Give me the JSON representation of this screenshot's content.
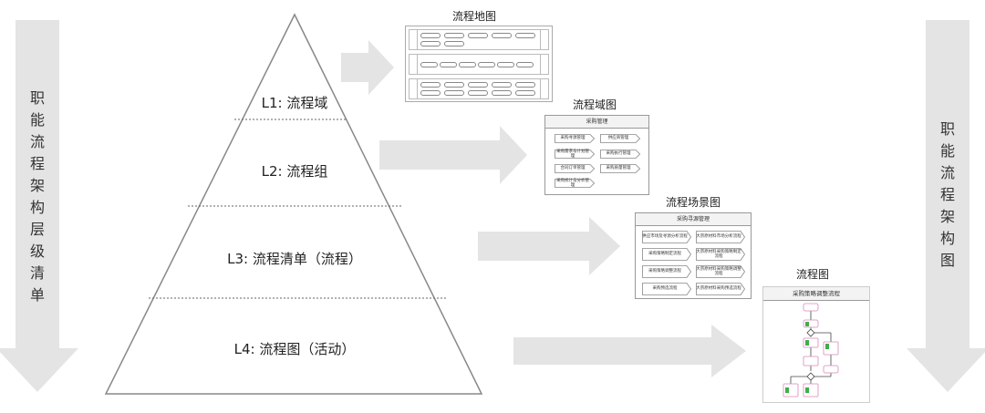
{
  "colors": {
    "arrow_fill": "#e4e4e4",
    "outline": "#888888",
    "flow_node_border": "#d889b9",
    "flow_activity": "#3fae49"
  },
  "side_left": {
    "chars": [
      "职",
      "能",
      "流",
      "程",
      "架",
      "构",
      "层",
      "级",
      "清",
      "单"
    ]
  },
  "side_right": {
    "chars": [
      "职",
      "能",
      "流",
      "程",
      "架",
      "构",
      "图"
    ]
  },
  "pyramid": {
    "levels": [
      {
        "label": "L1: 流程域"
      },
      {
        "label": "L2: 流程组"
      },
      {
        "label": "L3: 流程清单（流程）"
      },
      {
        "label": "L4: 流程图（活动）"
      }
    ]
  },
  "map_panel": {
    "title": "流程地图"
  },
  "domain_panel": {
    "title": "流程域图",
    "header": "采购管理",
    "items": [
      "采购寻源管理",
      "供应商管理",
      "采购需求与计划管理",
      "采购执行管理",
      "合同订单管理",
      "采购质量管理",
      "采购统计与分析管理"
    ]
  },
  "scene_panel": {
    "title": "流程场景图",
    "header": "采购寻源管理",
    "items": [
      "供应市场及寻源分析流程",
      "大宗原材料市场分析流程",
      "采购策略制定流程",
      "大宗原材料采购策略制定流程",
      "采购策略调整流程",
      "大宗原材料采购策略调整流程",
      "采购预选流程",
      "大宗原材料采购预选流程"
    ]
  },
  "flow_panel": {
    "title": "流程图",
    "header": "采购策略调整流程"
  }
}
